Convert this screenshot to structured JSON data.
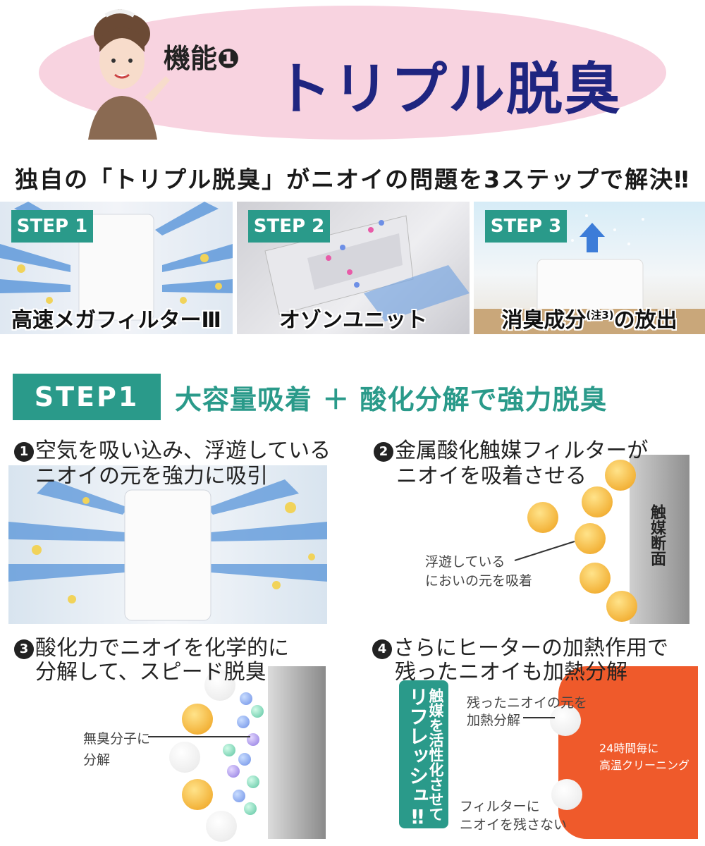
{
  "header": {
    "prefix": "機能❶",
    "title": "トリプル脱臭"
  },
  "subtitle": "独自の「トリプル脱臭」がニオイの問題を3ステップで解決‼",
  "steps": [
    {
      "badge": "STEP 1",
      "caption": "高速メガフィルターⅢ"
    },
    {
      "badge": "STEP 2",
      "caption": "オゾンユニット"
    },
    {
      "badge": "STEP 3",
      "caption_main": "消臭成分",
      "caption_note": "(注3)",
      "caption_tail": "の放出"
    }
  ],
  "section": {
    "badge": "STEP1",
    "title": "大容量吸着 ＋ 酸化分解で強力脱臭"
  },
  "items": [
    {
      "num": "1",
      "line1": "空気を吸い込み、浮遊している",
      "line2": "ニオイの元を強力に吸引"
    },
    {
      "num": "2",
      "line1": "金属酸化触媒フィルターが",
      "line2": "ニオイを吸着させる",
      "label1": "浮遊している",
      "label2": "においの元を吸着",
      "wall_label": "触媒断面"
    },
    {
      "num": "3",
      "line1": "酸化力でニオイを化学的に",
      "line2": "分解して、スピード脱臭",
      "label1": "無臭分子に",
      "label2": "分解"
    },
    {
      "num": "4",
      "line1": "さらにヒーターの加熱作用で",
      "line2": "残ったニオイも加熱分解",
      "side_col1": "リフレッシュ‼",
      "side_col2": "触媒を活性化させて",
      "label1": "残ったニオイの元を",
      "label2": "加熱分解",
      "heat1": "24時間毎に",
      "heat2": "高温クリーニング",
      "label3": "フィルターに",
      "label4": "ニオイを残さない"
    }
  ],
  "colors": {
    "teal": "#2a9a8a",
    "navy": "#1f2580",
    "pink": "#f8d3e0",
    "heat": "#ef5a2b"
  }
}
